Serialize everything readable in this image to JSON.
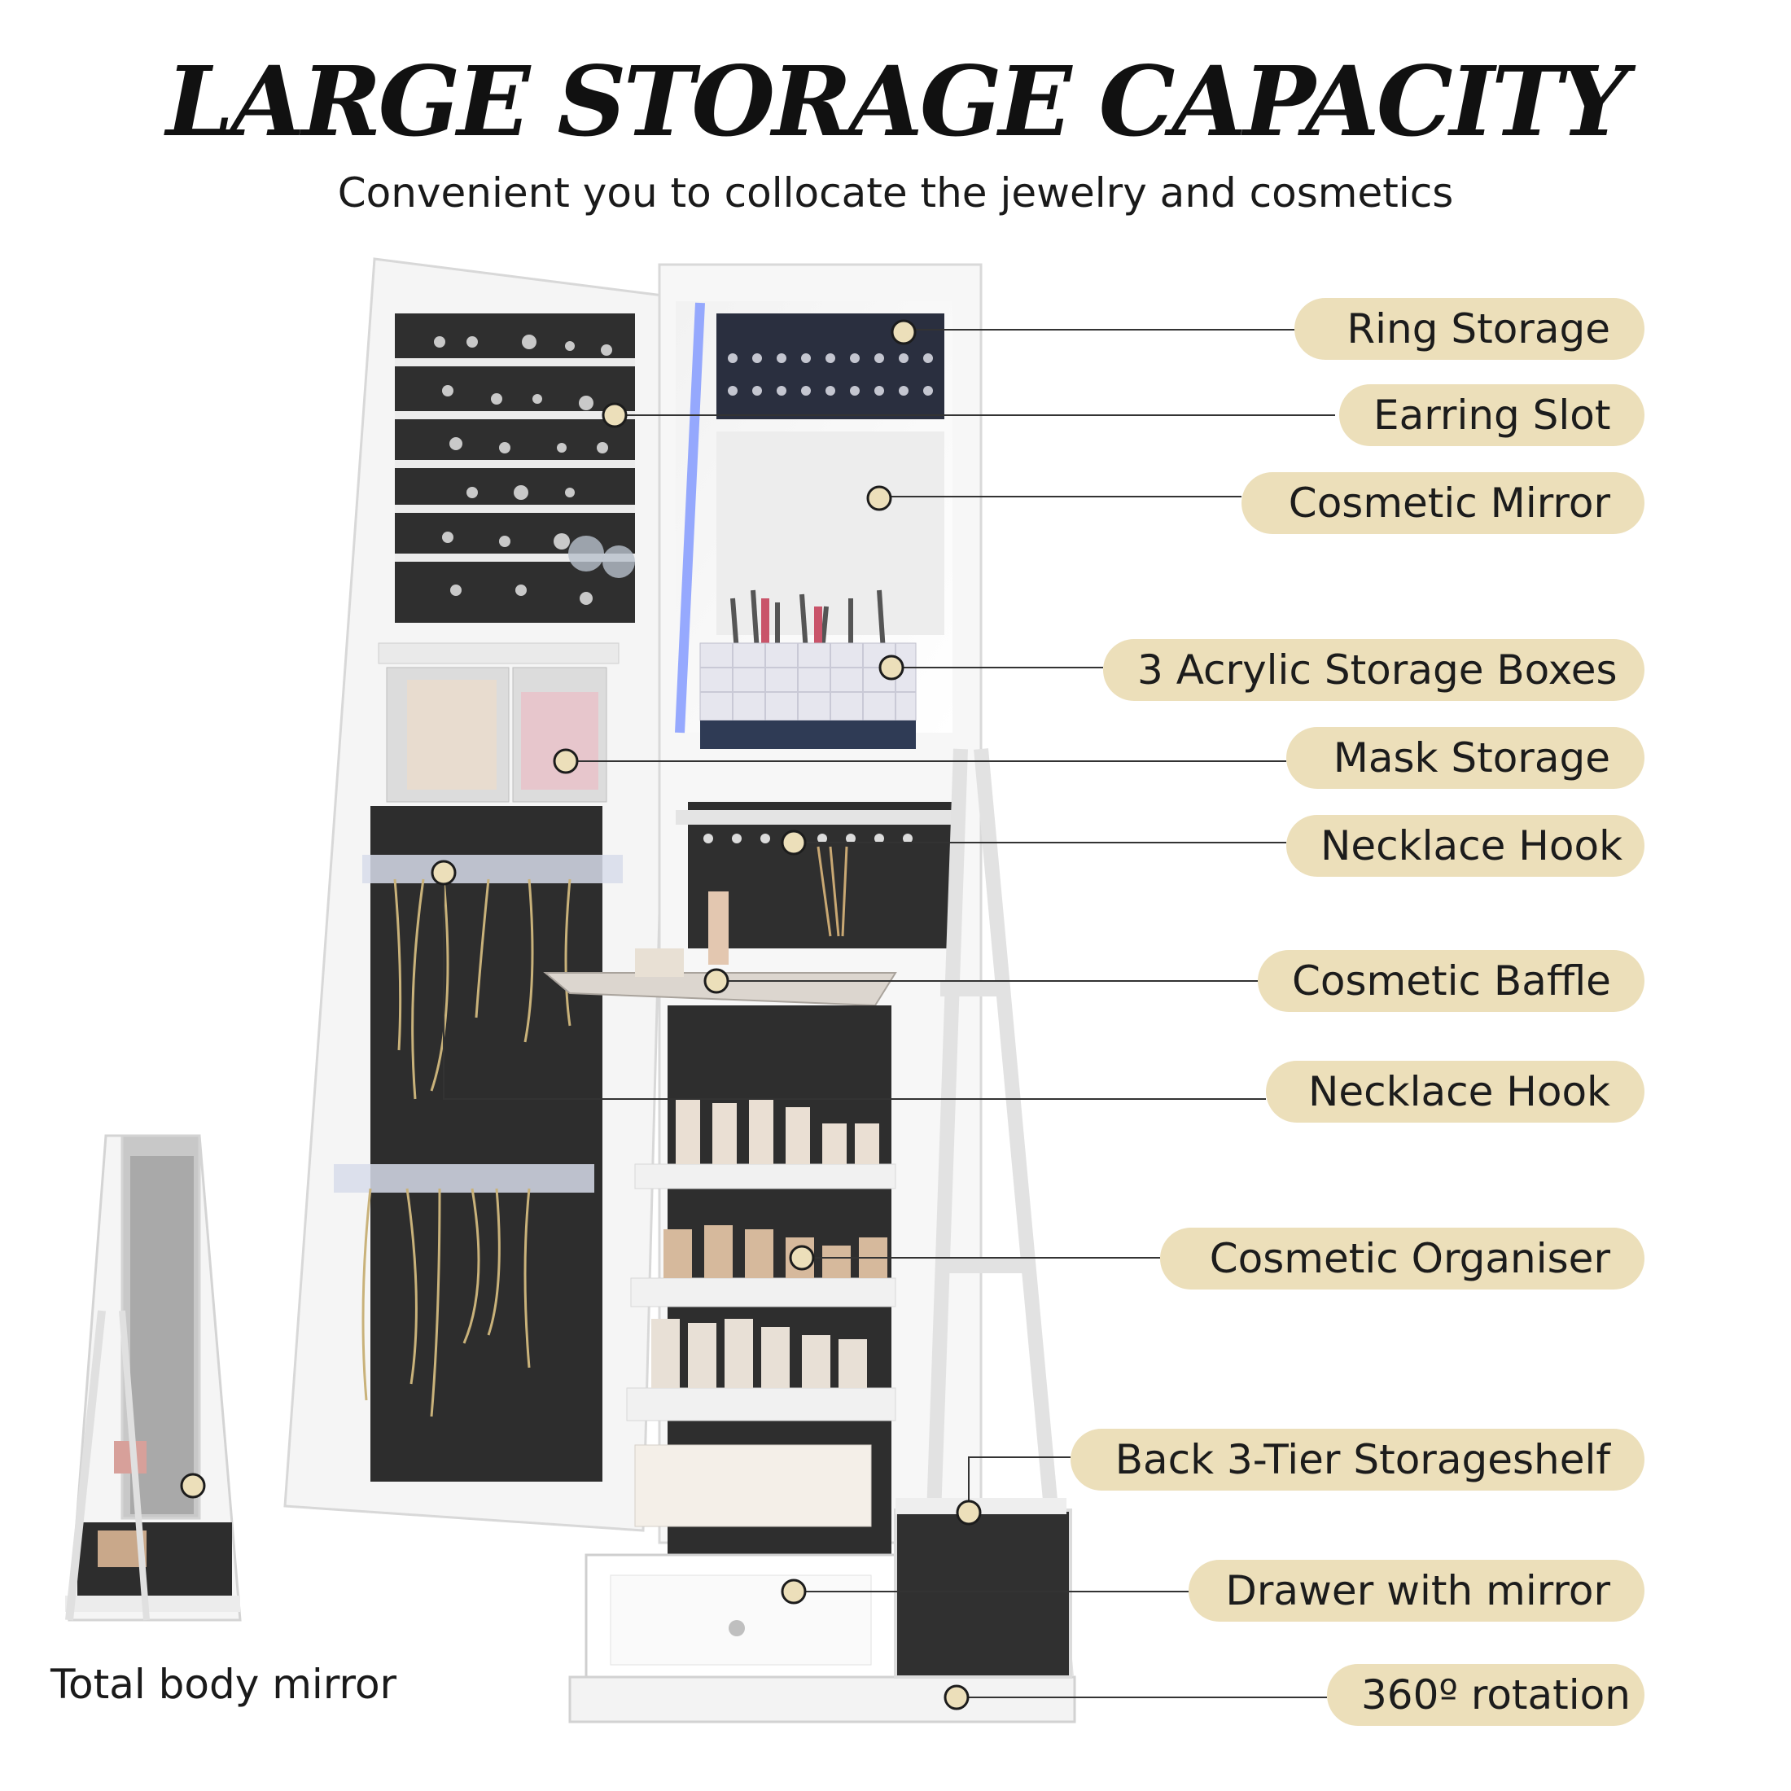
{
  "header": {
    "title": "LARGE STORAGE CAPACITY",
    "subtitle": "Convenient you to collocate the jewelry and cosmetics"
  },
  "callouts": [
    {
      "label": "Ring Storage"
    },
    {
      "label": "Earring Slot"
    },
    {
      "label": "Cosmetic Mirror"
    },
    {
      "label": "3 Acrylic Storage Boxes"
    },
    {
      "label": "Mask Storage"
    },
    {
      "label": "Necklace Hook"
    },
    {
      "label": "Cosmetic Baffle"
    },
    {
      "label": "Necklace Hook"
    },
    {
      "label": "Cosmetic Organiser"
    },
    {
      "label": "Back 3-Tier Storageshelf"
    },
    {
      "label": "Drawer with mirror"
    },
    {
      "label": "360º rotation"
    }
  ],
  "inset": {
    "caption": "Total body mirror"
  },
  "colors": {
    "pill": "#ecdfba",
    "panel": "#2c2c2c",
    "frame": "#f4f4f4",
    "led": "#6f8cff",
    "dot": "#ecdfba"
  }
}
